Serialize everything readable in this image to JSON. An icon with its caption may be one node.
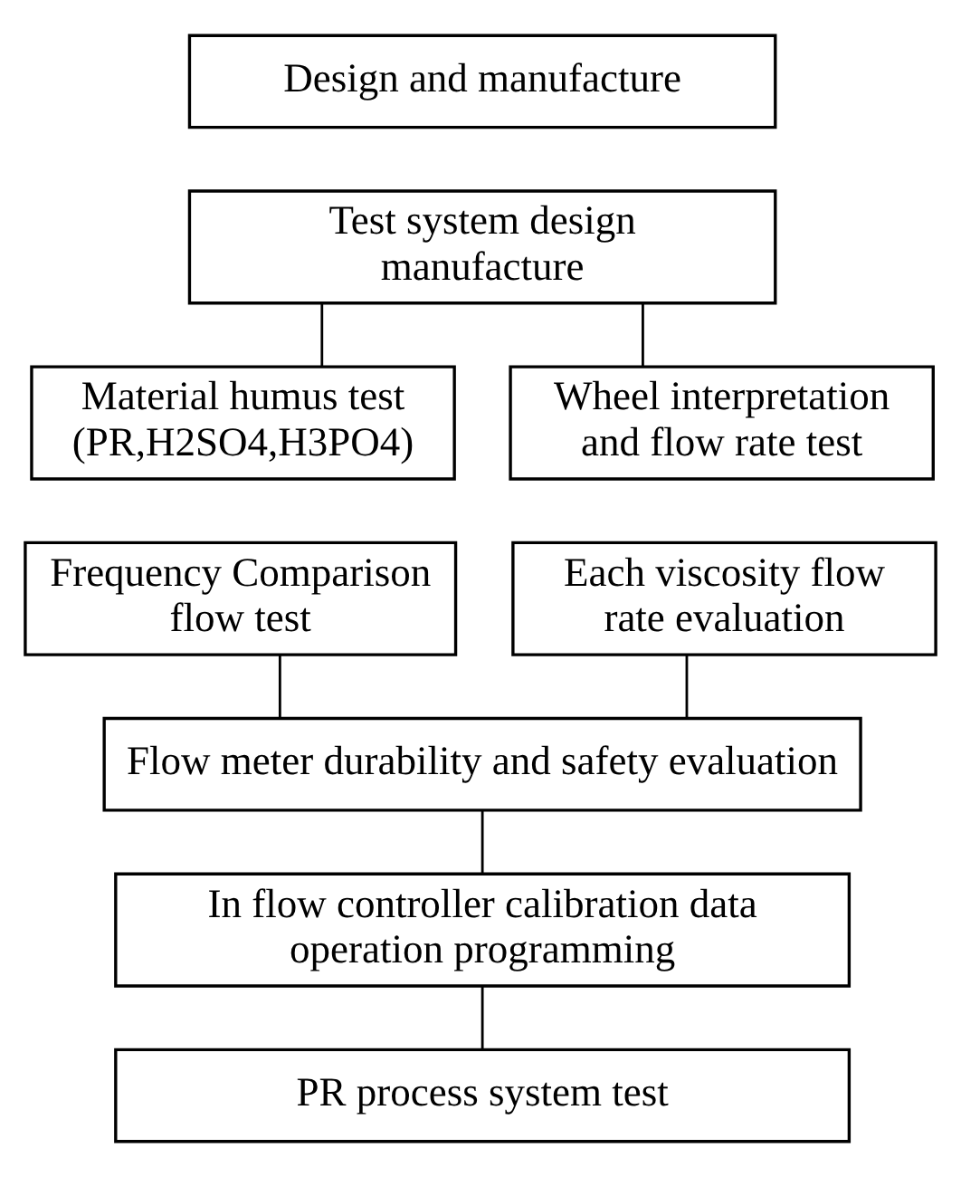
{
  "diagram": {
    "nodes": [
      {
        "text": [
          "Design and manufacture"
        ]
      },
      {
        "text": [
          "Test system design manufacture"
        ]
      },
      {
        "text": [
          "Material humus test (PR,H2SO4,H3PO4)"
        ]
      },
      {
        "text": [
          "Wheel interpretation and flow rate test"
        ]
      },
      {
        "text": [
          "Frequency Comparison flow test"
        ]
      },
      {
        "text": [
          "Each viscosity flow rate evaluation"
        ]
      },
      {
        "text": [
          "Flow meter durability and safety evaluation"
        ]
      },
      {
        "text": [
          "In flow controller calibration data operation programming"
        ]
      },
      {
        "text": [
          "PR process system test"
        ]
      }
    ],
    "edges": [
      {
        "from": 1,
        "to": 2,
        "arrow": "none"
      },
      {
        "from": 1,
        "to": 3,
        "arrow": "none"
      },
      {
        "from": 4,
        "to": 6,
        "arrow": "none"
      },
      {
        "from": 5,
        "to": 6,
        "arrow": "none"
      },
      {
        "from": 6,
        "to": 7,
        "arrow": "none"
      },
      {
        "from": 7,
        "to": 8,
        "arrow": "none"
      }
    ]
  }
}
